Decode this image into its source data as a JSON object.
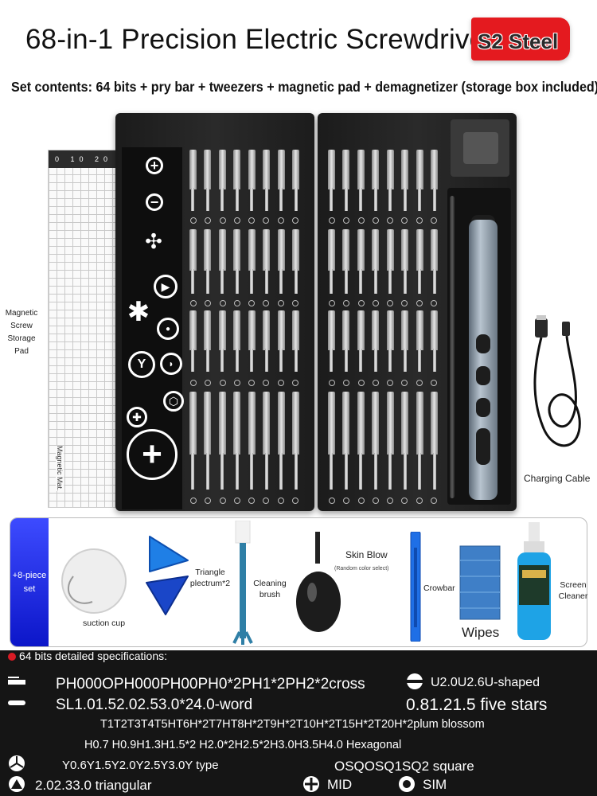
{
  "header": {
    "title": "68-in-1 Precision Electric Screwdriver",
    "badge": "S2 Steel",
    "subtitle": "Set contents: 64 bits + pry bar + tweezers + magnetic pad + demagnetizer (storage box included)"
  },
  "mat": {
    "ruler": "0 10 20",
    "side_label_lines": [
      "Magnetic",
      "Screw",
      "Storage",
      "Pad"
    ],
    "mat_label": "Magnetic Mat."
  },
  "case": {
    "cable_label": "Charging Cable"
  },
  "accessories": {
    "tag": "+8-piece set",
    "items": [
      {
        "label": "suction cup"
      },
      {
        "label": "Triangle plectrum*2"
      },
      {
        "label": "Cleaning brush"
      },
      {
        "label": "Skin Blow",
        "note": "(Random color select)"
      },
      {
        "label": "Crowbar"
      },
      {
        "label": "Wipes"
      },
      {
        "label": "Screen Cleaner"
      }
    ]
  },
  "specs": {
    "heading": "64 bits detailed specifications:",
    "lines": [
      {
        "text": "PH000OPH000PH00PH0*2PH1*2PH2*2cross",
        "icon": "cross-icon"
      },
      {
        "text": "SL1.01.52.02.53.0*24.0-word",
        "icon": "slot-icon"
      },
      {
        "text": "U2.0U2.6U-shaped",
        "icon": "u-icon"
      },
      {
        "text": "0.81.21.5 five stars",
        "icon": ""
      },
      {
        "text": "T1T2T3T4T5HT6H*2T7HT8H*2T9H*2T10H*2T15H*2T20H*2plum blossom",
        "icon": ""
      },
      {
        "text": "H0.7 H0.9H1.3H1.5*2 H2.0*2H2.5*2H3.0H3.5H4.0 Hexagonal",
        "icon": ""
      },
      {
        "text": "Y0.6Y1.5Y2.0Y2.5Y3.0Y type",
        "icon": "y-icon"
      },
      {
        "text": "OSQOSQ1SQ2 square",
        "icon": ""
      },
      {
        "text": "2.02.33.0 triangular",
        "icon": "triangle-icon"
      },
      {
        "text": "MID",
        "icon": "mid-icon"
      },
      {
        "text": "SIM",
        "icon": "sim-icon"
      }
    ]
  },
  "colors": {
    "badge": "#e41a1f",
    "accent_blue": "#1a22d8",
    "spec_bg": "#151515"
  }
}
